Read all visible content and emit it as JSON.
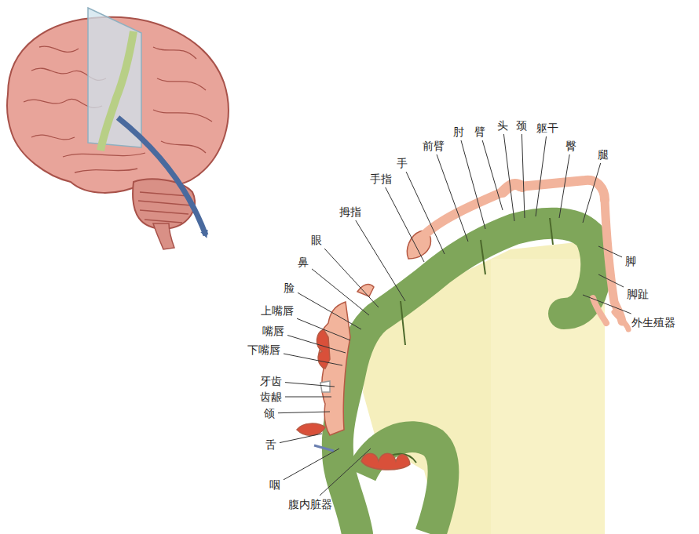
{
  "diagram": {
    "labels": [
      "前臂",
      "肘",
      "臂",
      "头",
      "颈",
      "躯干",
      "臀",
      "腿",
      "手",
      "手指",
      "拇指",
      "眼",
      "鼻",
      "脸",
      "上嘴唇",
      "嘴唇",
      "下嘴唇",
      "牙齿",
      "齿龈",
      "颌",
      "舌",
      "咽",
      "腹内脏器",
      "脚",
      "脚趾",
      "外生殖器"
    ]
  }
}
